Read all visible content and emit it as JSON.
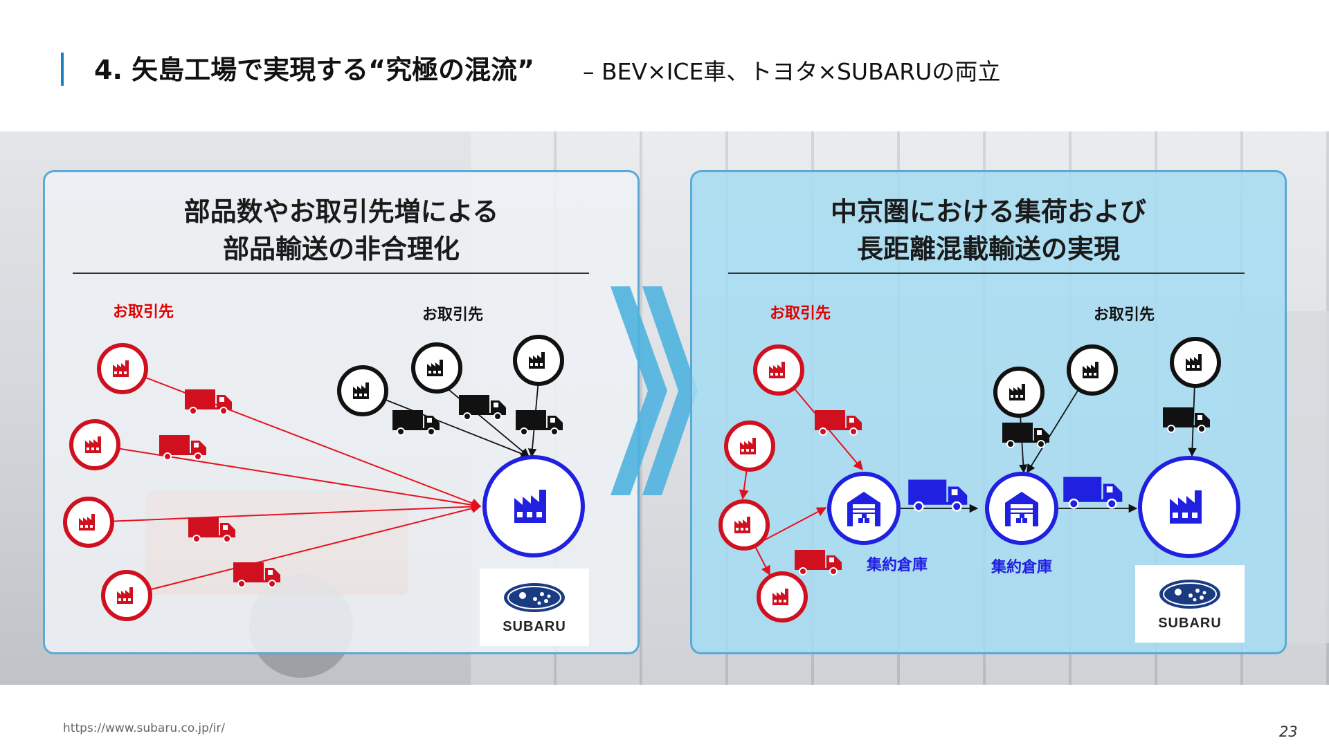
{
  "header": {
    "title": "4. 矢島工場で実現する“究極の混流”",
    "subtitle": "– BEV×ICE車、トヨタ×SUBARUの両立"
  },
  "left_panel": {
    "heading_line1": "部品数やお取引先増による",
    "heading_line2": "部品輸送の非合理化",
    "label_red_suppliers": "お取引先",
    "label_black_suppliers": "お取引先",
    "logo_text": "SUBARU"
  },
  "right_panel": {
    "heading_line1": "中京圏における集荷および",
    "heading_line2": "長距離混載輸送の実現",
    "label_red_suppliers": "お取引先",
    "label_black_suppliers": "お取引先",
    "warehouse_label_1": "集約倉庫",
    "warehouse_label_2": "集約倉庫",
    "logo_text": "SUBARU"
  },
  "colors": {
    "accent_blue": "#1f7fc4",
    "panel_border": "#5aa9d6",
    "supplier_red": "#d0101e",
    "supplier_black": "#111111",
    "subaru_blue": "#1f20e0",
    "chevron_blue": "#4fb3df"
  },
  "icons": {
    "supplier": "factory-icon",
    "plant": "factory-icon",
    "warehouse": "warehouse-icon",
    "transport": "truck-icon",
    "arrow": "chevron-right-icon"
  },
  "footer": {
    "url": "https://www.subaru.co.jp/ir/",
    "page_number": "23"
  }
}
